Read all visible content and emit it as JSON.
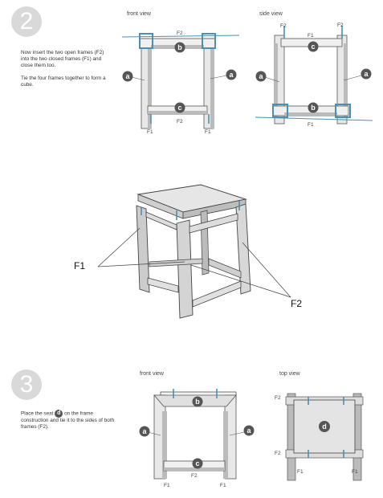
{
  "step2": {
    "number": "2",
    "instruction_1": "Now insert the two open frames (F2) into the two closed frames (F1) and close them too.",
    "instruction_2": "Tie the four frames together to form a cube.",
    "front_view_title": "front view",
    "side_view_title": "side view"
  },
  "step3": {
    "number": "3",
    "instruction_prefix": "Place the seat",
    "instruction_badge": "d",
    "instruction_suffix": "on the frame construction and tie it to the sides of both frames (F2).",
    "front_view_title": "front view",
    "top_view_title": "top view"
  },
  "labels": {
    "F1": "F1",
    "F2": "F2",
    "a": "a",
    "b": "b",
    "c": "c",
    "d": "d"
  },
  "colors": {
    "accent_blue": "#4a8fb5",
    "badge": "#555555",
    "step_circle": "#d9d9d9"
  }
}
